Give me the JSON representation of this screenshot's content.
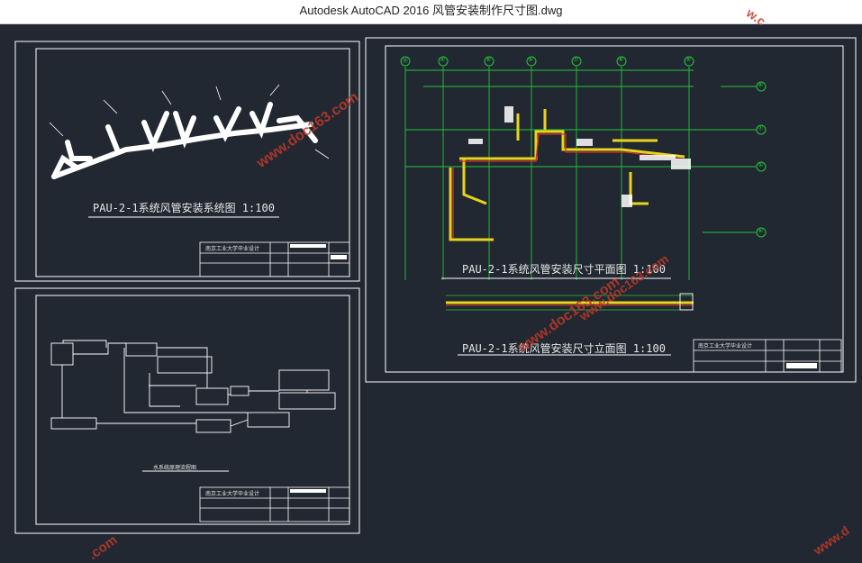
{
  "window": {
    "title": "Autodesk AutoCAD 2016     风管安装制作尺寸图.dwg"
  },
  "drawings": {
    "system_title": "PAU-2-1系统风管安装系统图 1:100",
    "plan_title": "PAU-2-1系统风管安装尺寸平面图 1:100",
    "elevation_title": "PAU-2-1系统风管安装尺寸立面图 1:100",
    "flow_title": "水系统原理流程图",
    "school": "南京工业大学毕业设计"
  },
  "grid_bubbles": {
    "top": [
      "⑭",
      "④",
      "⑧",
      "⑥",
      "⑦",
      "⑧",
      "⑨"
    ],
    "right": [
      "⑧",
      "⑦",
      "⑤",
      "⑥"
    ]
  },
  "watermarks": [
    "www.doc163.com",
    "www.doc163.com",
    "www.doc163.com",
    ".com",
    "w.c",
    "www.d"
  ],
  "colors": {
    "background": "#222831",
    "sheet_border": "#ffffff",
    "duct_yellow": "#e8d41a",
    "grid_green": "#22c43a",
    "accent_red": "#d12f2f",
    "watermark": "#c0392b"
  }
}
